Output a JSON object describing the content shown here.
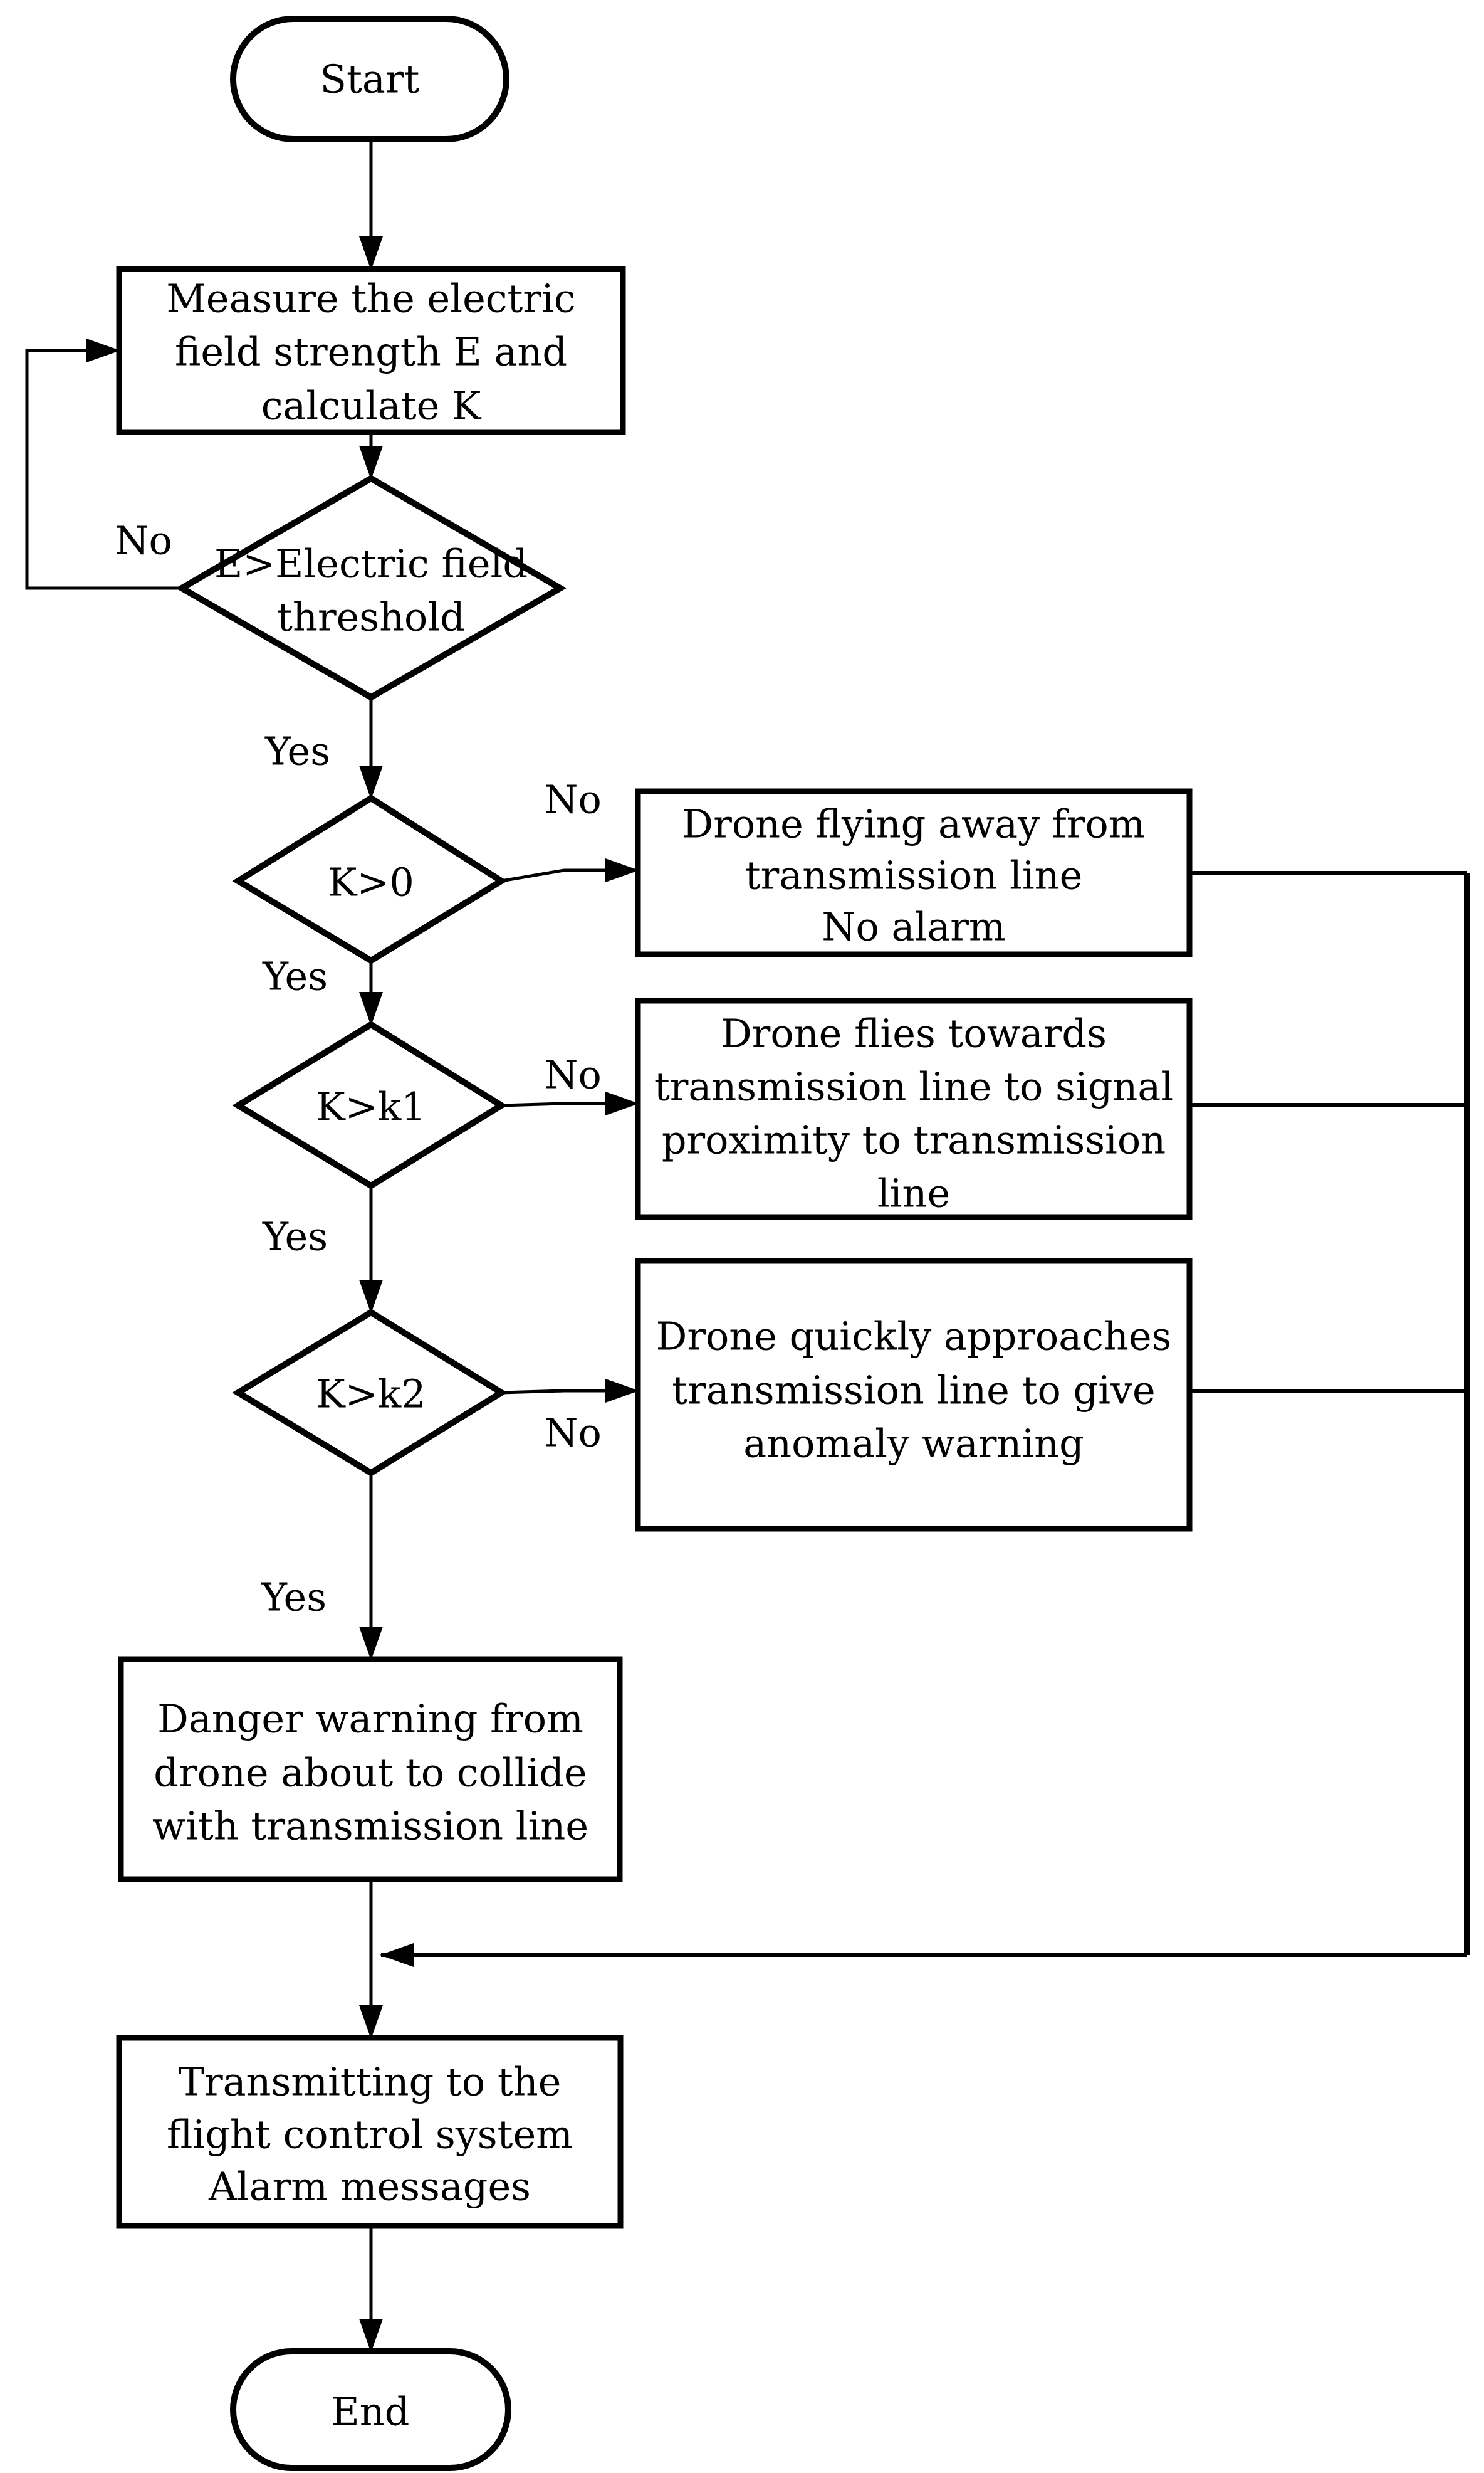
{
  "diagram": {
    "title": "Drone transmission line proximity alarm flowchart",
    "background_color": "#ffffff",
    "line_color": "#000000",
    "nodes": {
      "start": {
        "type": "terminator",
        "label": "Start"
      },
      "measure": {
        "type": "process",
        "lines": [
          "Measure the electric",
          "field strength E and",
          "calculate K"
        ]
      },
      "d_field": {
        "type": "decision",
        "lines": [
          "E>Electric field",
          "threshold"
        ]
      },
      "d_k0": {
        "type": "decision",
        "label": "K>0"
      },
      "box_away": {
        "type": "process",
        "lines": [
          "Drone flying away from",
          "transmission line",
          "No alarm"
        ]
      },
      "d_k1": {
        "type": "decision",
        "label": "K>k1"
      },
      "box_towards": {
        "type": "process",
        "lines": [
          "Drone flies towards",
          "transmission line to signal",
          "proximity to transmission",
          "line"
        ]
      },
      "d_k2": {
        "type": "decision",
        "label": "K>k2"
      },
      "box_quick": {
        "type": "process",
        "lines": [
          "Drone quickly approaches",
          "transmission line to give",
          "anomaly warning"
        ]
      },
      "danger": {
        "type": "process",
        "lines": [
          "Danger warning from",
          "drone about to collide",
          "with transmission line"
        ]
      },
      "transmit": {
        "type": "process",
        "lines": [
          "Transmitting to the",
          "flight control system",
          "Alarm messages"
        ]
      },
      "end": {
        "type": "terminator",
        "label": "End"
      }
    },
    "edge_labels": {
      "d_field_no": "No",
      "d_field_yes": "Yes",
      "d_k0_no": "No",
      "d_k0_yes": "Yes",
      "d_k1_no": "No",
      "d_k1_yes": "Yes",
      "d_k2_no": "No",
      "d_k2_yes": "Yes"
    }
  }
}
